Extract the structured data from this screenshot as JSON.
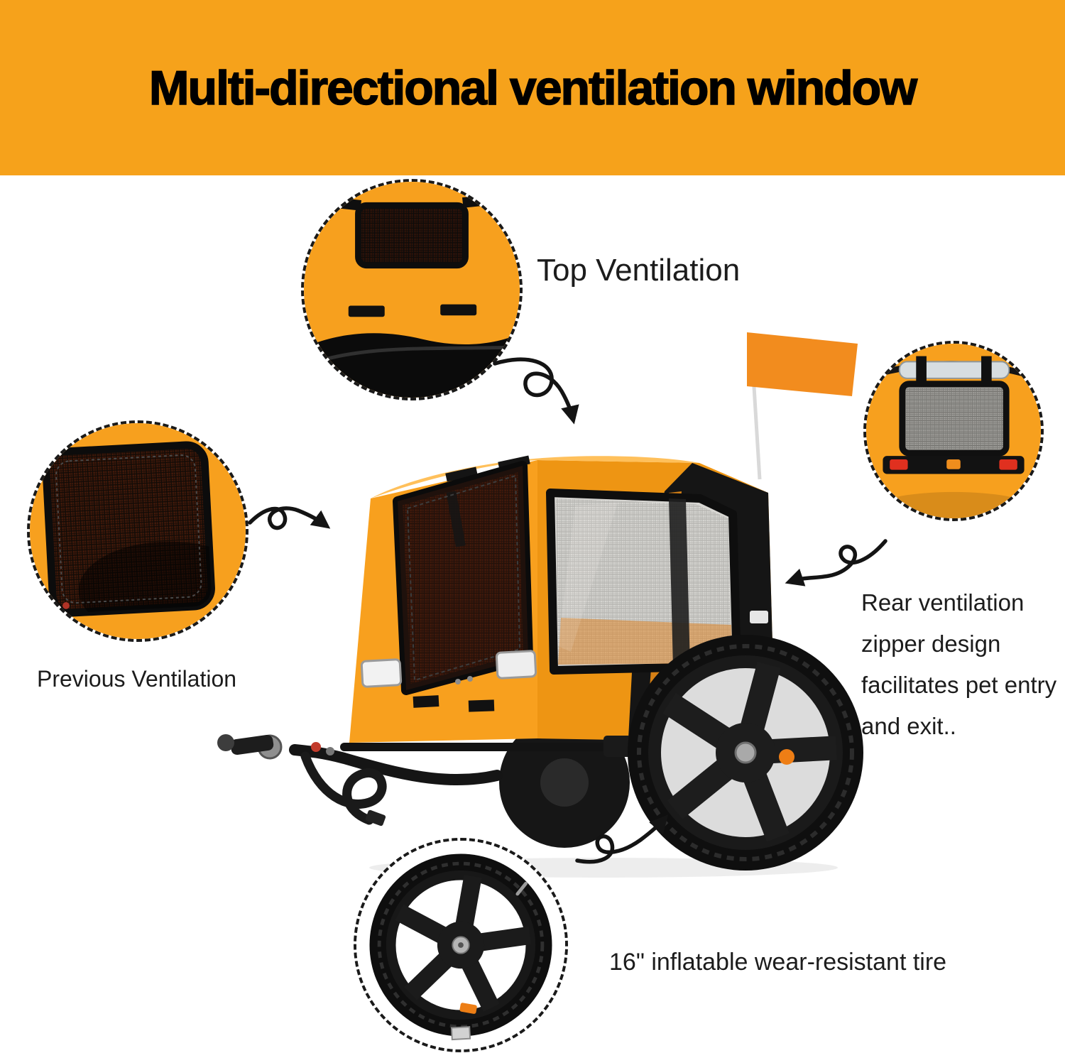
{
  "banner": {
    "title": "Multi-directional ventilation window",
    "background": "#F6A21B"
  },
  "callouts": {
    "top": {
      "label": "Top Ventilation"
    },
    "previous": {
      "label": "Previous Ventilation"
    },
    "rear": {
      "text": "Rear ventilation zipper design facilitates pet entry and exit.."
    },
    "tire": {
      "label": "16\" inflatable wear-resistant tire"
    }
  },
  "product_colors": {
    "fabric_orange": "#F7A01E",
    "frame_black": "#141414",
    "flag_orange": "#F28C1E",
    "mesh_dark": "#2e1309"
  }
}
